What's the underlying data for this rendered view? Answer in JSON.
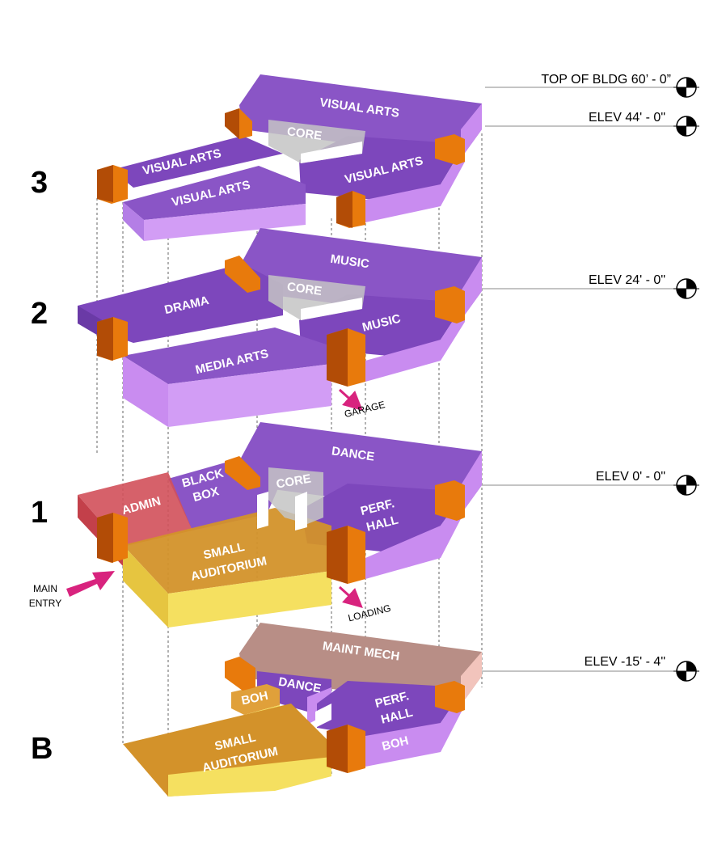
{
  "elevations": [
    {
      "label": "TOP OF BLDG 60’ - 0”"
    },
    {
      "label": "ELEV 44' - 0\""
    },
    {
      "label": "ELEV 24' - 0\""
    },
    {
      "label": "ELEV 0' - 0\""
    },
    {
      "label": "ELEV -15' - 4\""
    }
  ],
  "levels": {
    "level3": {
      "number": "3",
      "rooms": {
        "visual_arts_back": "VISUAL ARTS",
        "core": "CORE",
        "visual_arts_left": "VISUAL ARTS",
        "visual_arts_front": "VISUAL ARTS",
        "visual_arts_right": "VISUAL ARTS"
      }
    },
    "level2": {
      "number": "2",
      "rooms": {
        "music_back": "MUSIC",
        "core": "CORE",
        "drama": "DRAMA",
        "media_arts": "MEDIA ARTS",
        "music_right": "MUSIC"
      },
      "notes": {
        "garage": "GARAGE"
      }
    },
    "level1": {
      "number": "1",
      "rooms": {
        "dance": "DANCE",
        "core": "CORE",
        "admin": "ADMIN",
        "black_box_1": "BLACK",
        "black_box_2": "BOX",
        "perf_hall_1": "PERF.",
        "perf_hall_2": "HALL",
        "small_aud_1": "SMALL",
        "small_aud_2": "AUDITORIUM"
      },
      "notes": {
        "main_entry_1": "MAIN",
        "main_entry_2": "ENTRY",
        "loading": "LOADING"
      }
    },
    "levelB": {
      "number": "B",
      "rooms": {
        "maint_mech": "MAINT MECH",
        "boh_left": "BOH",
        "dance": "DANCE",
        "perf_hall_1": "PERF.",
        "perf_hall_2": "HALL",
        "boh_right": "BOH",
        "small_aud_1": "SMALL",
        "small_aud_2": "AUDITORIUM"
      }
    }
  },
  "colors": {
    "purple_top": "#8a55c6",
    "purple_side": "#c98cf0",
    "purple_dark": "#6a3aa6",
    "orange": "#e87a0c",
    "orange_dark": "#b24c06",
    "admin_red": "#d2505a",
    "auditorium_top": "#d3922a",
    "auditorium_side": "#f5e060",
    "maint_top": "#b88e86",
    "maint_side": "#f2c4bc",
    "core": "#b9b9b9",
    "entry_arrow": "#d8237e"
  }
}
